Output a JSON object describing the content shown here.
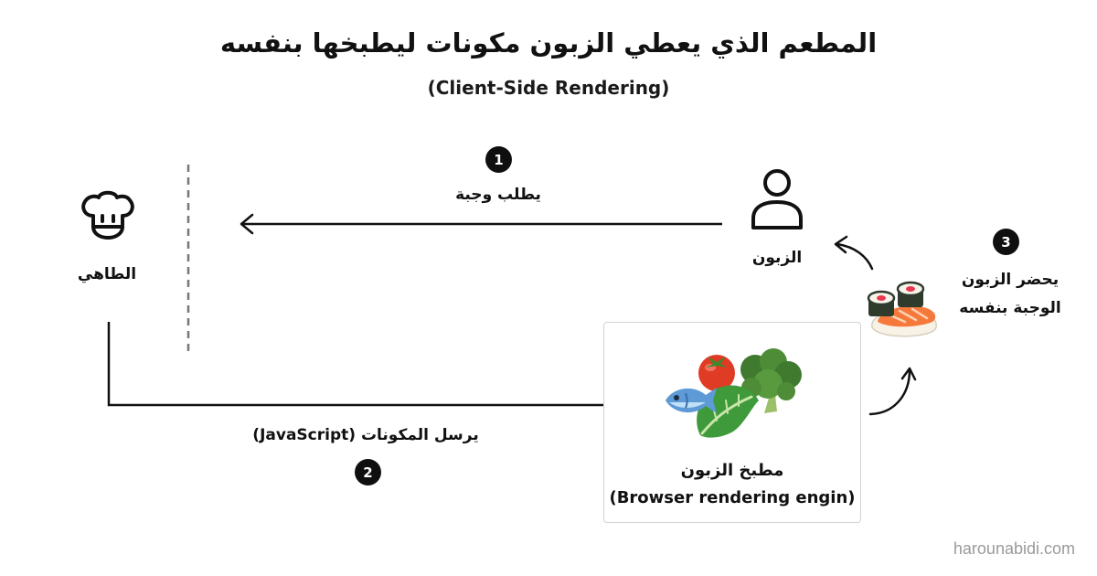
{
  "title": "المطعم الذي يعطي الزبون مكونات ليطبخها بنفسه",
  "subtitle": "(Client-Side Rendering)",
  "chef": {
    "label": "الطاهي",
    "icon": "chef-hat-icon"
  },
  "customer": {
    "label": "الزبون",
    "icon": "user-icon"
  },
  "steps": [
    {
      "number": "1",
      "label": "يطلب وجبة"
    },
    {
      "number": "2",
      "label": "يرسل المكونات (JavaScript)"
    },
    {
      "number": "3",
      "label_line1": "يحضر الزبون",
      "label_line2": "الوجبة بنفسه"
    }
  ],
  "kitchen": {
    "label": "مطبخ الزبون",
    "sublabel": "(Browser rendering engin)",
    "icons": [
      "fish-icon",
      "tomato-icon",
      "broccoli-icon",
      "lettuce-icon"
    ]
  },
  "meal": {
    "icon": "sushi-icon"
  },
  "credit": "harounabidi.com",
  "colors": {
    "text": "#111111",
    "badge": "#0f0f0f",
    "divider": "#777777",
    "box_border": "#d2d2d2",
    "credit": "#9a9a9a"
  }
}
